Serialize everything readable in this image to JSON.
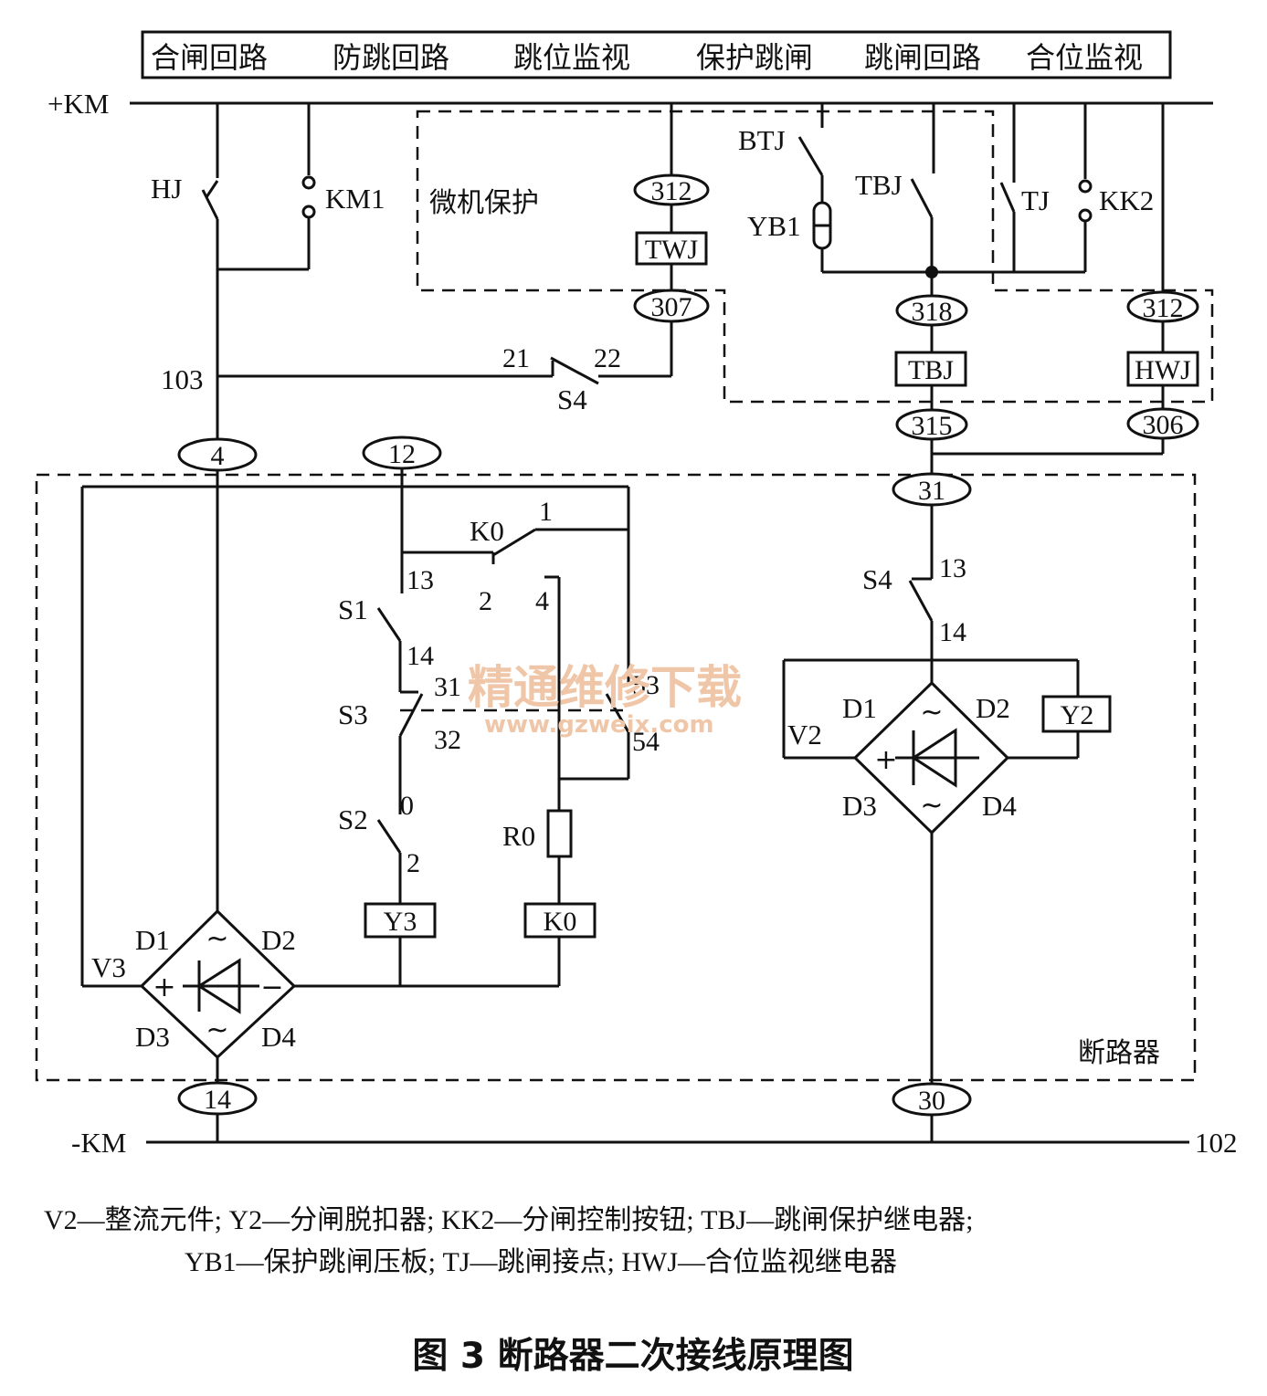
{
  "header": [
    "合闸回路",
    "防跳回路",
    "跳位监视",
    "保护跳闸",
    "跳闸回路",
    "合位监视"
  ],
  "rails": {
    "pos": "+KM",
    "neg": "-KM",
    "neg_no": "102"
  },
  "regions": {
    "protection": "微机保护",
    "breaker": "断路器"
  },
  "labels": {
    "HJ": "HJ",
    "KM1": "KM1",
    "n103": "103",
    "S4a": "S4",
    "c21": "21",
    "c22": "22",
    "BTJ": "BTJ",
    "TBJ": "TBJ",
    "YB1": "YB1",
    "TJ": "TJ",
    "KK2": "KK2",
    "K0": "K0",
    "k1": "1",
    "k2": "2",
    "k4": "4",
    "S1": "S1",
    "s13": "13",
    "s14": "14",
    "S3": "S3",
    "s31": "31",
    "s32": "32",
    "s53": "53",
    "s54": "54",
    "S2": "S2",
    "s0": "0",
    "s2": "2",
    "R0": "R0",
    "V3": "V3",
    "D1a": "D1",
    "D2a": "D2",
    "D3a": "D3",
    "D4a": "D4",
    "S4b": "S4",
    "b13": "13",
    "b14": "14",
    "V2": "V2",
    "D1b": "D1",
    "D2b": "D2",
    "D3b": "D3",
    "D4b": "D4"
  },
  "terminals": {
    "t312a": "312",
    "t307": "307",
    "t318": "318",
    "t312b": "312",
    "t315": "315",
    "t306": "306",
    "t4": "4",
    "t12": "12",
    "t31": "31",
    "t14": "14",
    "t30": "30"
  },
  "boxes": {
    "TWJ": "TWJ",
    "TBJ": "TBJ",
    "HWJ": "HWJ",
    "Y3": "Y3",
    "K0": "K0",
    "Y2": "Y2"
  },
  "legend": {
    "line1": "V2—整流元件; Y2—分闸脱扣器; KK2—分闸控制按钮; TBJ—跳闸保护继电器;",
    "line2": "YB1—保护跳闸压板; TJ—跳闸接点; HWJ—合位监视继电器"
  },
  "watermark": {
    "cn": "精通维修下载",
    "url": "www.gzweix.com"
  },
  "caption": "图 3 断路器二次接线原理图"
}
